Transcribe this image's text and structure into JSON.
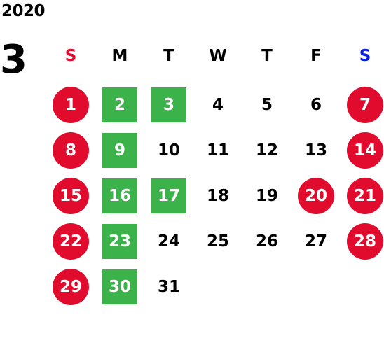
{
  "year": "2020",
  "month": "3",
  "colors": {
    "holiday_red": "#e00b2d",
    "highlight_green": "#3cb24a",
    "sunday_header": "#e00b2d",
    "saturday_header": "#0a1fe0",
    "default_text": "#000000"
  },
  "weekdays": [
    {
      "label": "S",
      "kind": "sunday"
    },
    {
      "label": "M",
      "kind": "weekday"
    },
    {
      "label": "T",
      "kind": "weekday"
    },
    {
      "label": "W",
      "kind": "weekday"
    },
    {
      "label": "T",
      "kind": "weekday"
    },
    {
      "label": "F",
      "kind": "weekday"
    },
    {
      "label": "S",
      "kind": "saturday"
    }
  ],
  "weeks": [
    [
      {
        "day": "1",
        "mark": "circle"
      },
      {
        "day": "2",
        "mark": "square"
      },
      {
        "day": "3",
        "mark": "square"
      },
      {
        "day": "4",
        "mark": "none"
      },
      {
        "day": "5",
        "mark": "none"
      },
      {
        "day": "6",
        "mark": "none"
      },
      {
        "day": "7",
        "mark": "circle"
      }
    ],
    [
      {
        "day": "8",
        "mark": "circle"
      },
      {
        "day": "9",
        "mark": "square"
      },
      {
        "day": "10",
        "mark": "none"
      },
      {
        "day": "11",
        "mark": "none"
      },
      {
        "day": "12",
        "mark": "none"
      },
      {
        "day": "13",
        "mark": "none"
      },
      {
        "day": "14",
        "mark": "circle"
      }
    ],
    [
      {
        "day": "15",
        "mark": "circle"
      },
      {
        "day": "16",
        "mark": "square"
      },
      {
        "day": "17",
        "mark": "square"
      },
      {
        "day": "18",
        "mark": "none"
      },
      {
        "day": "19",
        "mark": "none"
      },
      {
        "day": "20",
        "mark": "circle"
      },
      {
        "day": "21",
        "mark": "circle"
      }
    ],
    [
      {
        "day": "22",
        "mark": "circle"
      },
      {
        "day": "23",
        "mark": "square"
      },
      {
        "day": "24",
        "mark": "none"
      },
      {
        "day": "25",
        "mark": "none"
      },
      {
        "day": "26",
        "mark": "none"
      },
      {
        "day": "27",
        "mark": "none"
      },
      {
        "day": "28",
        "mark": "circle"
      }
    ],
    [
      {
        "day": "29",
        "mark": "circle"
      },
      {
        "day": "30",
        "mark": "square"
      },
      {
        "day": "31",
        "mark": "none"
      }
    ]
  ]
}
